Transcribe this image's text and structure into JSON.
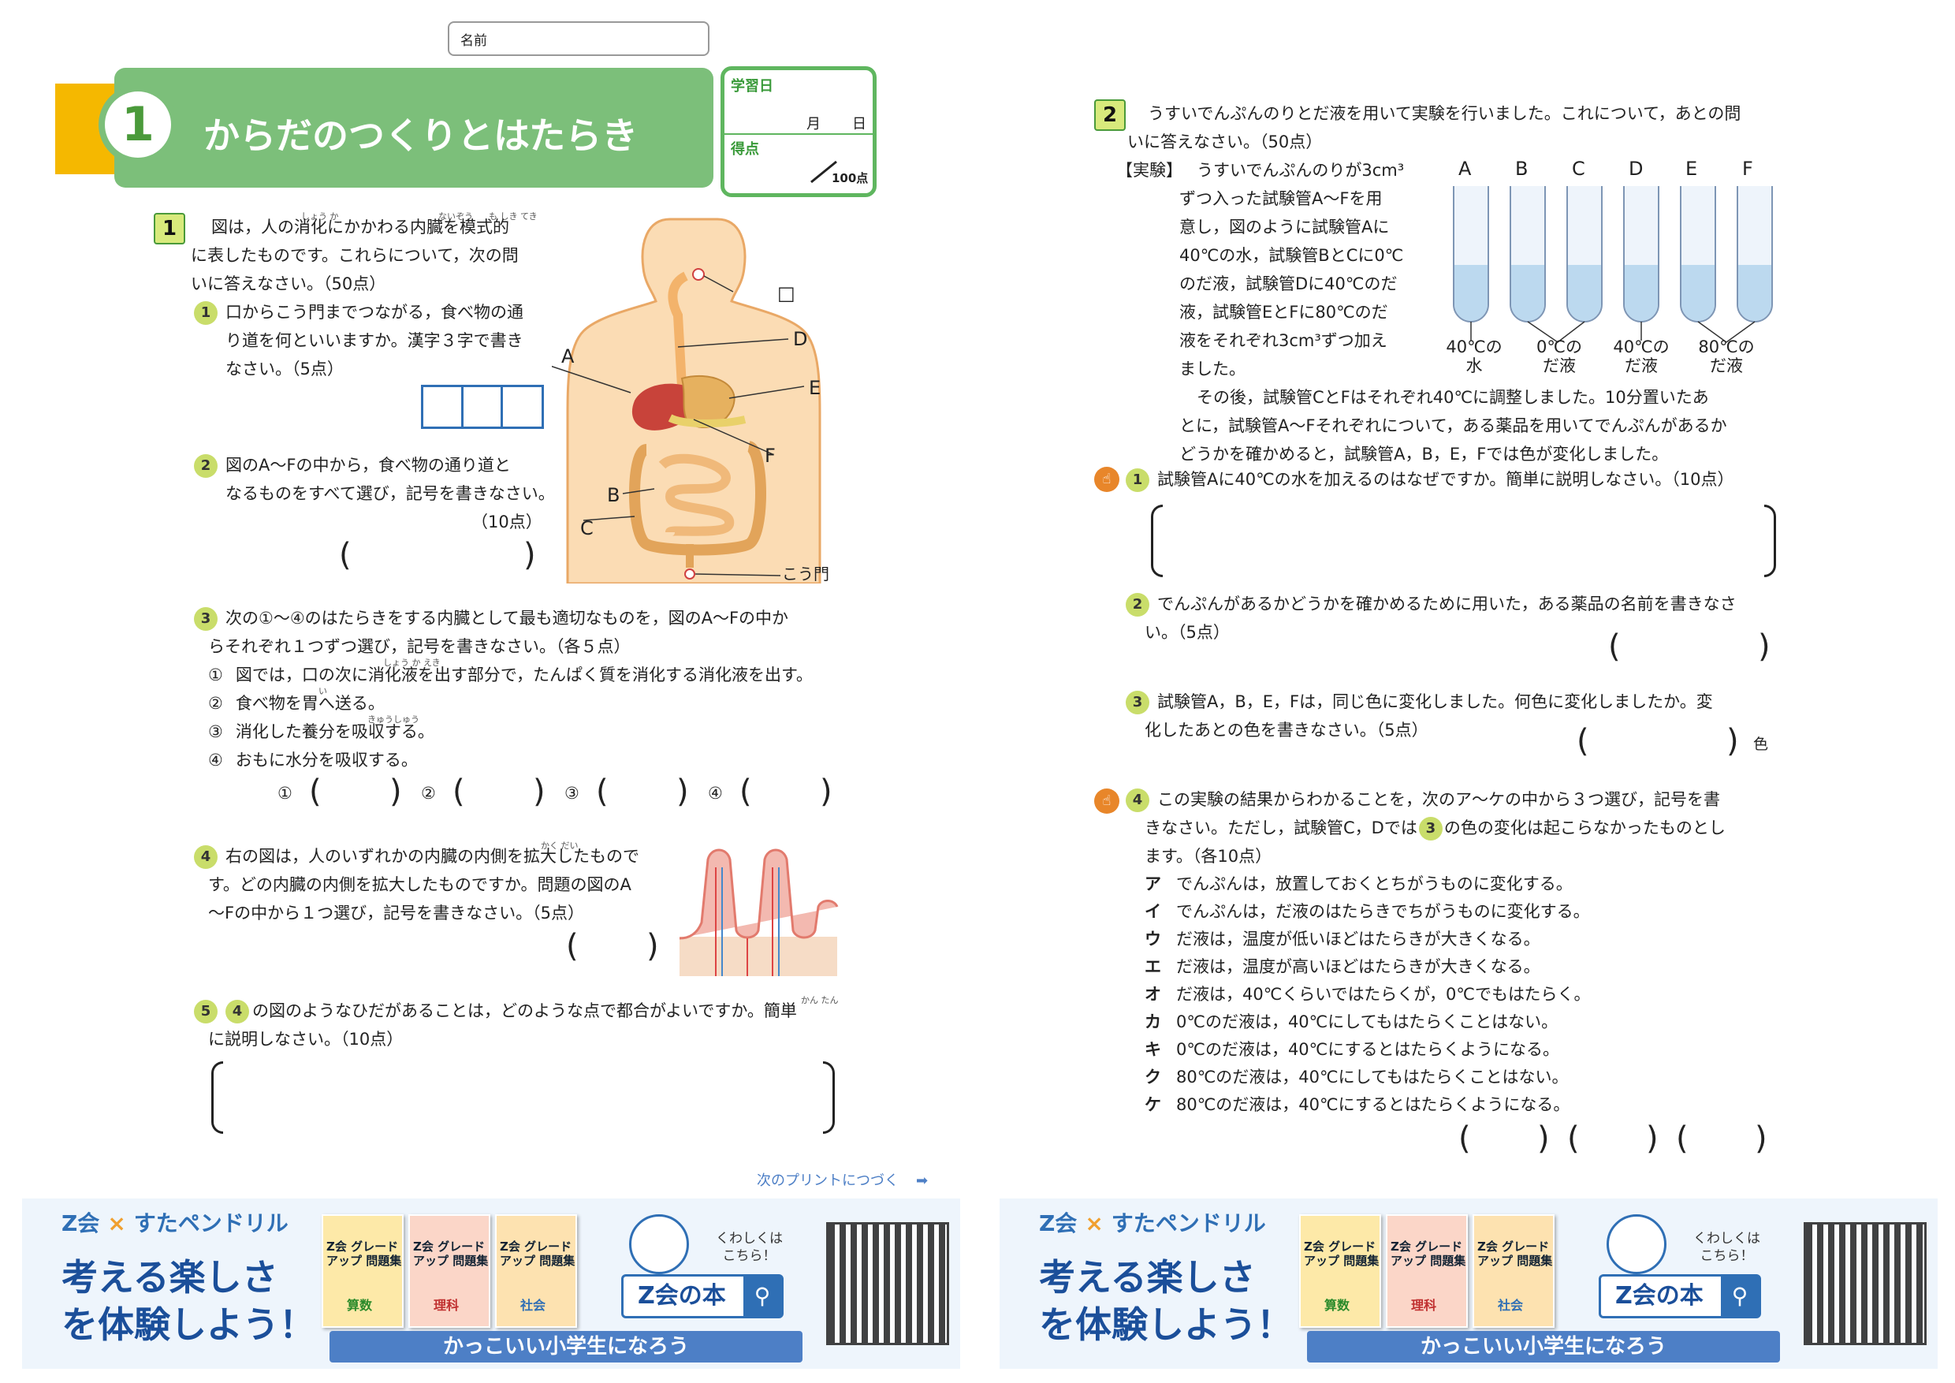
{
  "header": {
    "name_label": "名前",
    "unit_number": "1",
    "unit_title": "からだのつくりとはたらき",
    "study_date_label": "学習日",
    "month_label": "月",
    "day_label": "日",
    "score_label": "得点",
    "score_total": "100点"
  },
  "q1": {
    "number": "1",
    "intro": [
      "図は，人の消化にかかわる内臓を模式的",
      "に表したものです。これらについて，次の問",
      "いに答えなさい。（50点）"
    ],
    "ruby_shouka": "しょう か",
    "ruby_naizou": "ないぞう",
    "ruby_mokeiteki": "も しき てき",
    "sub1": {
      "num": "1",
      "lines": [
        "口からこう門までつながる，食べ物の通",
        "り道を何といいますか。漢字３字で書き",
        "なさい。（5点）"
      ]
    },
    "sub2": {
      "num": "2",
      "lines": [
        "図のA～Fの中から，食べ物の通り道と",
        "なるものをすべて選び，記号を書きなさい。"
      ],
      "points": "（10点）"
    },
    "sub3": {
      "num": "3",
      "lines": [
        "次の①～④のはたらきをする内臓として最も適切なものを，図のA～Fの中か",
        "らそれぞれ１つずつ選び，記号を書きなさい。（各５点）"
      ],
      "items": [
        {
          "mark": "①",
          "text": "図では，口の次に消化液を出す部分で，たんぱく質を消化する消化液を出す。"
        },
        {
          "mark": "②",
          "text": "食べ物を胃へ送る。"
        },
        {
          "mark": "③",
          "text": "消化した養分を吸収する。"
        },
        {
          "mark": "④",
          "text": "おもに水分を吸収する。"
        }
      ],
      "ruby_shoukaeki": "しょう か えき",
      "ruby_i": "い",
      "ruby_kyuushuu": "きゅうしゅう",
      "answer_marks": [
        "①",
        "②",
        "③",
        "④"
      ]
    },
    "sub4": {
      "num": "4",
      "lines": [
        "右の図は，人のいずれかの内臓の内側を拡大したもので",
        "す。どの内臓の内側を拡大したものですか。問題の図のA",
        "～Fの中から１つ選び，記号を書きなさい。（5点）"
      ],
      "ruby_kakudai": "かく だい"
    },
    "sub5": {
      "num": "5",
      "ref": "4",
      "lines": [
        "の図のようなひだがあることは，どのような点で都合がよいですか。簡単",
        "に説明しなさい。（10点）"
      ],
      "ruby_kantan": "かん たん"
    },
    "diagram_labels": {
      "A": "A",
      "B": "B",
      "C": "C",
      "D": "D",
      "E": "E",
      "F": "F",
      "anus": "こう門",
      "box": "□"
    }
  },
  "continue_text": "次のプリントにつづく",
  "q2": {
    "number": "2",
    "intro": [
      "うすいでんぷんのりとだ液を用いて実験を行いました。これについて，あとの問",
      "いに答えなさい。（50点）"
    ],
    "exp_label": "【実験】",
    "exp_lines": [
      "うすいでんぷんのりが3cm³",
      "ずつ入った試験管A～Fを用",
      "意し，図のように試験管Aに",
      "40℃の水，試験管BとCに0℃",
      "のだ液，試験管Dに40℃のだ",
      "液，試験管EとFに80℃のだ",
      "液をそれぞれ3cm³ずつ加え",
      "ました。"
    ],
    "exp_after": [
      "その後，試験管CとFはそれぞれ40℃に調整しました。10分置いたあ",
      "とに，試験管A～Fそれぞれについて，ある薬品を用いてでんぷんがあるか",
      "どうかを確かめると，試験管A，B，E，Fでは色が変化しました。"
    ],
    "tube_letters": [
      "A",
      "B",
      "C",
      "D",
      "E",
      "F"
    ],
    "tube_labels": [
      {
        "l1": "40℃の",
        "l2": "水"
      },
      {
        "l1": "0℃の",
        "l2": "だ液"
      },
      {
        "l1": "40℃の",
        "l2": "だ液"
      },
      {
        "l1": "80℃の",
        "l2": "だ液"
      }
    ],
    "sub1": {
      "num": "1",
      "text": "試験管Aに40℃の水を加えるのはなぜですか。簡単に説明しなさい。（10点）"
    },
    "sub2": {
      "num": "2",
      "lines": [
        "でんぷんがあるかどうかを確かめるために用いた，ある薬品の名前を書きなさ",
        "い。（5点）"
      ]
    },
    "sub3": {
      "num": "3",
      "lines": [
        "試験管A，B，E，Fは，同じ色に変化しました。何色に変化しましたか。変",
        "化したあとの色を書きなさい。（5点）"
      ],
      "suffix": "色"
    },
    "sub4": {
      "num": "4",
      "lines": [
        "この実験の結果からわかることを，次のア～ケの中から３つ選び，記号を書",
        "きなさい。ただし，試験管C，Dでは",
        "の色の変化は起こらなかったものとし",
        "ます。（各10点）"
      ],
      "ref": "3"
    },
    "options": [
      {
        "k": "ア",
        "t": "でんぷんは，放置しておくとちがうものに変化する。"
      },
      {
        "k": "イ",
        "t": "でんぷんは，だ液のはたらきでちがうものに変化する。"
      },
      {
        "k": "ウ",
        "t": "だ液は，温度が低いほどはたらきが大きくなる。"
      },
      {
        "k": "エ",
        "t": "だ液は，温度が高いほどはたらきが大きくなる。"
      },
      {
        "k": "オ",
        "t": "だ液は，40℃くらいではたらくが，0℃でもはたらく。"
      },
      {
        "k": "カ",
        "t": "0℃のだ液は，40℃にしてもはたらくことはない。"
      },
      {
        "k": "キ",
        "t": "0℃のだ液は，40℃にするとはたらくようになる。"
      },
      {
        "k": "ク",
        "t": "80℃のだ液は，40℃にしてもはたらくことはない。"
      },
      {
        "k": "ケ",
        "t": "80℃のだ液は，40℃にするとはたらくようになる。"
      }
    ]
  },
  "banner": {
    "brand_left": "Z会",
    "brand_x": "×",
    "brand_right": "すたペンドリル",
    "slogan1": "考える楽しさ",
    "slogan2": "を体験しよう！",
    "book1_title": "Z会 グレードアップ 問題集",
    "book1_subject": "算数",
    "book2_title": "Z会 グレードアップ 問題集",
    "book2_subject": "理科",
    "book3_title": "Z会 グレードアップ 問題集",
    "book3_subject": "社会",
    "detail1": "くわしくは",
    "detail2": "こちら！",
    "zbook": "Z会の本",
    "cta": "かっこいい小学生になろう"
  },
  "colors": {
    "green": "#7cbf7a",
    "green_border": "#4aa04a",
    "yellow": "#f5b800",
    "banner_blue": "#2f6fb5",
    "accent_orange": "#e8862a"
  }
}
